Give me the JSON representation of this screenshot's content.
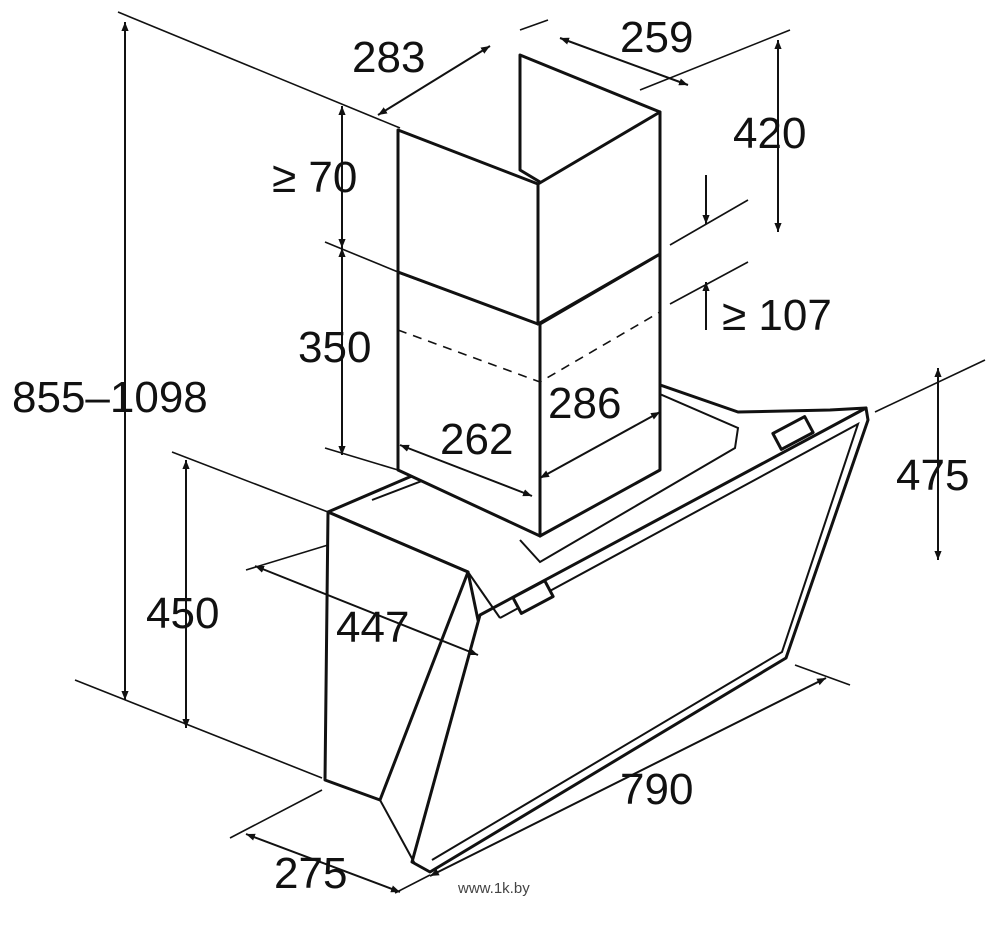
{
  "dimensions": {
    "height_total": "855–1098",
    "duct_width": "283",
    "duct_depth": "259",
    "upper_duct_height": "420",
    "min_overlap": "≥ 70",
    "lower_duct_height": "350",
    "top_clearance": "≥ 107",
    "inner_width": "262",
    "inner_depth": "286",
    "canopy_height_right": "475",
    "body_height": "450",
    "body_depth": "447",
    "width": "790",
    "base_depth": "275"
  },
  "watermark": "www.1k.by"
}
